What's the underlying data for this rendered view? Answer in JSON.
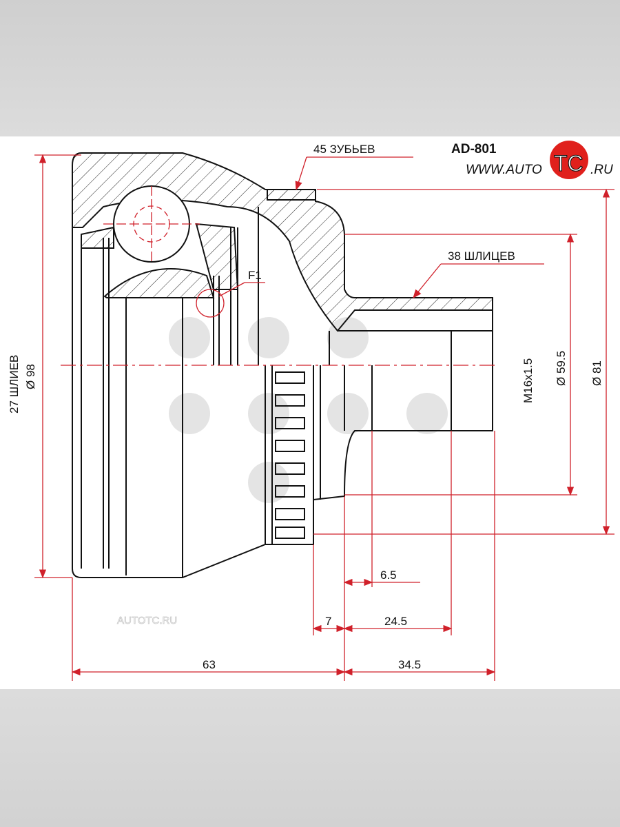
{
  "part_code": "AD-801",
  "brand": {
    "prefix": "WWW.AUTO",
    "logo_letters": "TC",
    "suffix": ".RU",
    "logo_color": "#e0201c"
  },
  "watermark": "AUTOTC.RU",
  "labels": {
    "teeth": "45 ЗУБЬЕВ",
    "splines_outer": "38 ШЛИЦЕВ",
    "splines_inner": "27 ШЛИЕВ",
    "detail": "F1"
  },
  "dimensions": {
    "outer_diameter": "Ø 98",
    "abs_diameter": "Ø 81",
    "shaft_diameter": "Ø 59.5",
    "thread": "M16x1.5",
    "d_6_5": "6.5",
    "d_7": "7",
    "d_24_5": "24.5",
    "d_63": "63",
    "d_34_5": "34.5"
  },
  "colors": {
    "dimension": "#d0202a",
    "outline": "#111111"
  }
}
